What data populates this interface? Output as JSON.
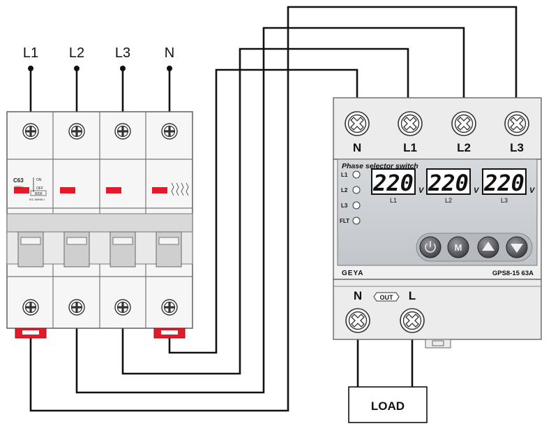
{
  "inputs": {
    "labels": [
      "L1",
      "L2",
      "L3",
      "N"
    ]
  },
  "breaker": {
    "rating": "C63",
    "voltage": "400V~",
    "on_label": "ON",
    "off_label": "OFF",
    "capacity": "3000",
    "standard": "IEC 60898-1"
  },
  "selector": {
    "top_terminals": [
      "N",
      "L1",
      "L2",
      "L3"
    ],
    "title": "Phase selector switch",
    "indicators": [
      "L1",
      "L2",
      "L3",
      "FLT"
    ],
    "displays": [
      {
        "value": "220",
        "unit": "V",
        "label": "L1"
      },
      {
        "value": "220",
        "unit": "V",
        "label": "L2"
      },
      {
        "value": "220",
        "unit": "V",
        "label": "L3"
      }
    ],
    "buttons": [
      "power",
      "M",
      "up",
      "down"
    ],
    "m_label": "M",
    "brand": "GEYA",
    "model": "GPS8-15 63A",
    "out_terminals": [
      "N",
      "L"
    ],
    "out_label": "OUT"
  },
  "load": {
    "label": "LOAD"
  },
  "colors": {
    "wire": "#111111",
    "breaker_red": "#e21b2b",
    "panel_gray": "#c9cdd0",
    "housing": "#ececec"
  }
}
